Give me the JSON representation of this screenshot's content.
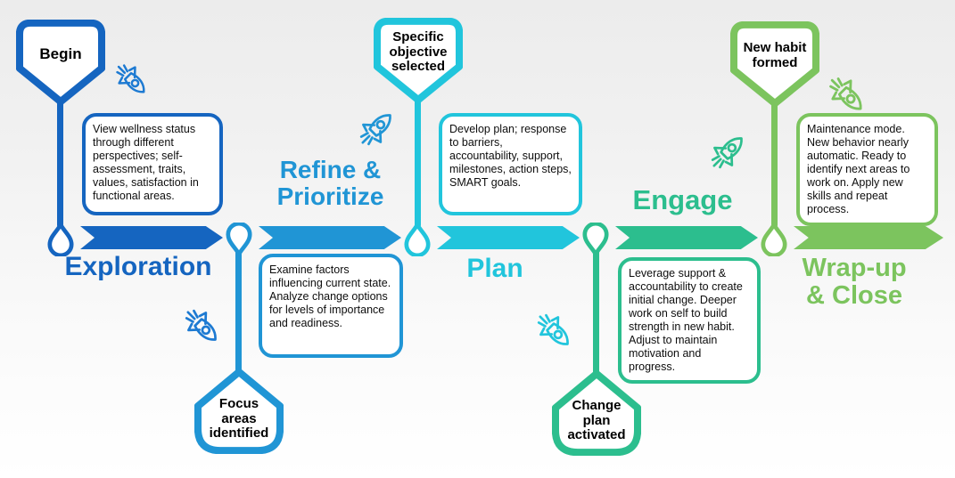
{
  "colors": {
    "phase1": "#1565c0",
    "phase2": "#2095d5",
    "phase3": "#21c5dc",
    "phase4": "#2cbe8e",
    "phase5": "#7cc45e",
    "rocket_blue": "#1d7ad2",
    "box_text": "#0d0d0d",
    "milestone_text": "#000000"
  },
  "phases": [
    {
      "heading": "Exploration",
      "milestone": "Begin",
      "milestone_position": "top",
      "description": "View wellness status through different perspectives; self-assessment, traits, values, satisfaction in functional areas."
    },
    {
      "heading": "Refine & Prioritize",
      "milestone": "Focus areas identified",
      "milestone_position": "bottom",
      "description": "Examine factors influencing current state. Analyze change options for levels of importance and readiness."
    },
    {
      "heading": "Plan",
      "milestone": "Specific objective selected",
      "milestone_position": "top",
      "description": "Develop plan; response to barriers, accountability, support, milestones, action steps, SMART goals."
    },
    {
      "heading": "Engage",
      "milestone": "Change plan activated",
      "milestone_position": "bottom",
      "description": "Leverage support & accountability to create initial change. Deeper work on self to build strength in new habit. Adjust to maintain motivation and progress."
    },
    {
      "heading": "Wrap-up & Close",
      "milestone": "New habit formed",
      "milestone_position": "top",
      "description": "Maintenance mode. New behavior nearly automatic. Ready to identify next areas to work on. Apply new skills and repeat process."
    }
  ],
  "decorations": [
    {
      "icon": "rocket-icon",
      "direction": "down-right"
    },
    {
      "icon": "rocket-icon",
      "direction": "down-right"
    },
    {
      "icon": "rocket-icon",
      "direction": "up-right"
    },
    {
      "icon": "rocket-icon",
      "direction": "down-right"
    },
    {
      "icon": "rocket-icon",
      "direction": "up-right"
    },
    {
      "icon": "rocket-icon",
      "direction": "down-right"
    }
  ]
}
